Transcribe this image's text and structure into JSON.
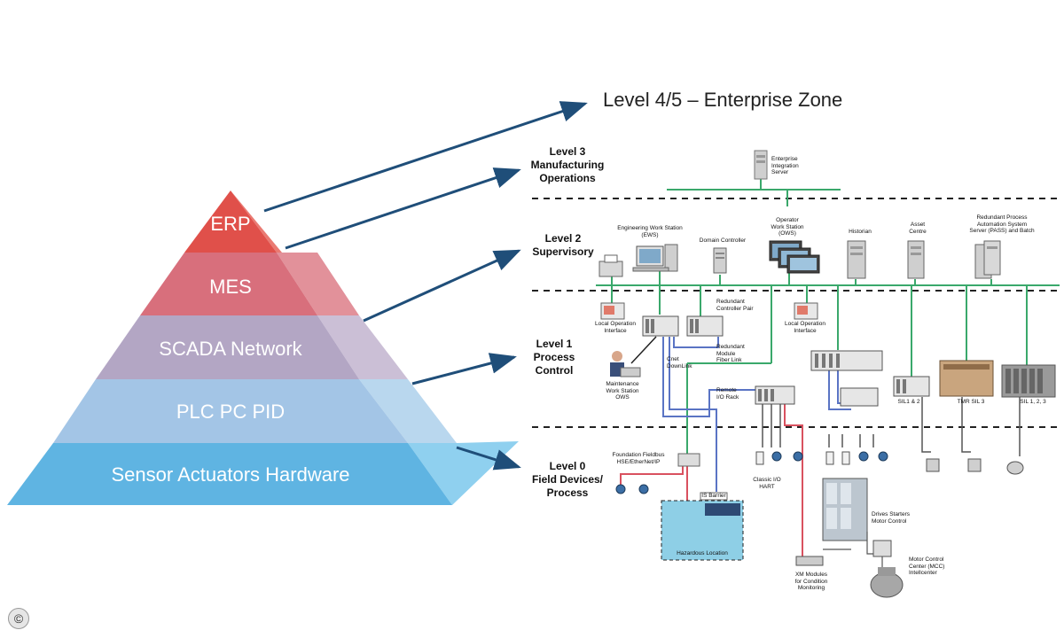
{
  "pyramid": {
    "erp": "ERP",
    "mes": "MES",
    "scada": "SCADA Network",
    "plc": "PLC PC PID",
    "sensor": "Sensor  Actuators Hardware"
  },
  "levels": {
    "enterprise": "Level 4/5 – Enterprise Zone",
    "l3_line1": "Level 3",
    "l3_line2": "Manufacturing",
    "l3_line3": "Operations",
    "l2_line1": "Level 2",
    "l2_line2": "Supervisory",
    "l1_line1": "Level 1",
    "l1_line2": "Process",
    "l1_line3": "Control",
    "l0_line1": "Level 0",
    "l0_line2": "Field Devices/",
    "l0_line3": "Process"
  },
  "devices": {
    "eis_1": "Enterprise",
    "eis_2": "Integration",
    "eis_3": "Server",
    "ews_1": "Engineering Work Station",
    "ews_2": "(EWS)",
    "domain": "Domain Controller",
    "ows_1": "Operator",
    "ows_2": "Work Station",
    "ows_3": "(OWS)",
    "historian": "Historian",
    "asset_1": "Asset",
    "asset_2": "Centre",
    "pass_1": "Redundant Process",
    "pass_2": "Automation System",
    "pass_3": "Server (PASS) and Batch",
    "loi1_1": "Local Operation",
    "loi1_2": "Interface",
    "rcp_1": "Redundant",
    "rcp_2": "Controller Pair",
    "rmf_1": "Redundant",
    "rmf_2": "Module",
    "rmf_3": "Fiber Link",
    "cnet_1": "Cnet",
    "cnet_2": "DownLink",
    "loi2_1": "Local Operation",
    "loi2_2": "Interface",
    "maint_1": "Maintenance",
    "maint_2": "Work Station",
    "maint_3": "OWS",
    "rio_1": "Remote",
    "rio_2": "I/O Rack",
    "sil12": "SIL1 & 2",
    "tmr": "TMR SIL 3",
    "sil123": "SIL 1, 2, 3",
    "ff_1": "Foundation Fieldbus",
    "ff_2": "HSE/EtherNet/IP",
    "isb": "IS Barrier",
    "classic_1": "Classic I/O",
    "classic_2": "HART",
    "haz": "Hazardous Location",
    "drives_1": "Drives Starters",
    "drives_2": "Motor Control",
    "xm_1": "XM Modules",
    "xm_2": "for Condition",
    "xm_3": "Monitoring",
    "mcc_1": "Motor Control",
    "mcc_2": "Center (MCC)",
    "mcc_3": "Intellcenter"
  },
  "copyright": "©",
  "colors": {
    "erp": "#e2574f",
    "mes": "#d66f78",
    "scada": "#b8a8c3",
    "plc": "#a9c8e4",
    "sensor": "#6cb9e3",
    "arrow": "#1f4e79",
    "network": "#3aa86b",
    "cnet": "#5a74c4",
    "wire_red": "#d9515f"
  }
}
